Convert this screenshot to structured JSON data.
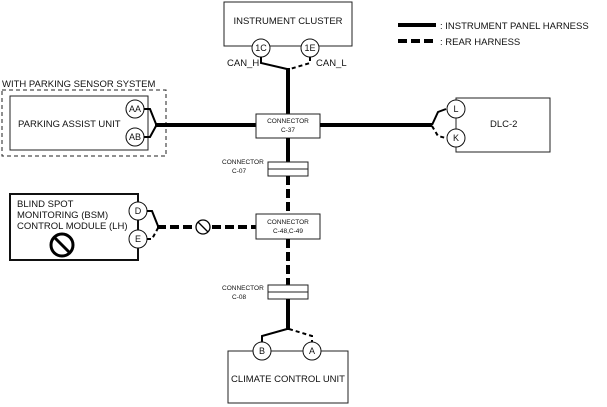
{
  "legend": {
    "instrument_panel_harness": ": INSTRUMENT PANEL HARNESS",
    "rear_harness": ": REAR HARNESS"
  },
  "modules": {
    "instrument_cluster": "INSTRUMENT CLUSTER",
    "parking_assist_unit": "PARKING ASSIST UNIT",
    "parking_sensor_group": "WITH PARKING SENSOR SYSTEM",
    "dlc2": "DLC-2",
    "bsm_line1": "BLIND SPOT",
    "bsm_line2": "MONITORING (BSM)",
    "bsm_line3": "CONTROL MODULE (LH)",
    "climate_control_unit": "CLIMATE CONTROL UNIT"
  },
  "pins": {
    "ic_can_h": "1C",
    "ic_can_l": "1E",
    "pa_upper": "AA",
    "pa_lower": "AB",
    "dlc_upper": "L",
    "dlc_lower": "K",
    "bsm_upper": "D",
    "bsm_lower": "E",
    "cc_left": "B",
    "cc_right": "A"
  },
  "signals": {
    "can_h": "CAN_H",
    "can_l": "CAN_L"
  },
  "connectors": {
    "c37_title": "CONNECTOR",
    "c37_id": "C-37",
    "c07_title": "CONNECTOR",
    "c07_id": "C-07",
    "c48_title": "CONNECTOR",
    "c48_id": "C-48,C-49",
    "c08_title": "CONNECTOR",
    "c08_id": "C-08"
  }
}
